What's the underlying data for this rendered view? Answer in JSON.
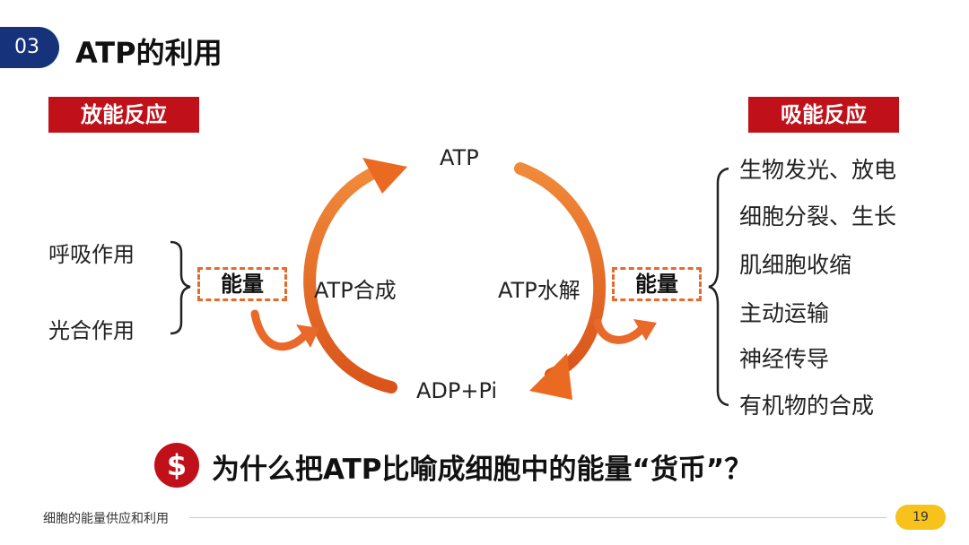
{
  "header": {
    "section_number": "03",
    "title": "ATP的利用"
  },
  "exergonic": {
    "tag": "放能反应",
    "items": [
      "呼吸作用",
      "光合作用"
    ]
  },
  "endergonic": {
    "tag": "吸能反应",
    "items": [
      "生物发光、放电",
      "细胞分裂、生长",
      "肌细胞收缩",
      "主动运输",
      "神经传导",
      "有机物的合成"
    ]
  },
  "cycle": {
    "top": "ATP",
    "bottom": "ADP+Pi",
    "synthesis": "ATP合成",
    "hydrolysis": "ATP水解",
    "energy_left": "能量",
    "energy_right": "能量"
  },
  "question": {
    "icon_glyph": "$",
    "text": "为什么把ATP比喻成细胞中的能量“货币”？"
  },
  "footer": {
    "course": "细胞的能量供应和利用",
    "page": "19"
  },
  "colors": {
    "navy": "#16327a",
    "red": "#c0111a",
    "orange": "#e8692a",
    "yellow": "#f6c21b"
  }
}
